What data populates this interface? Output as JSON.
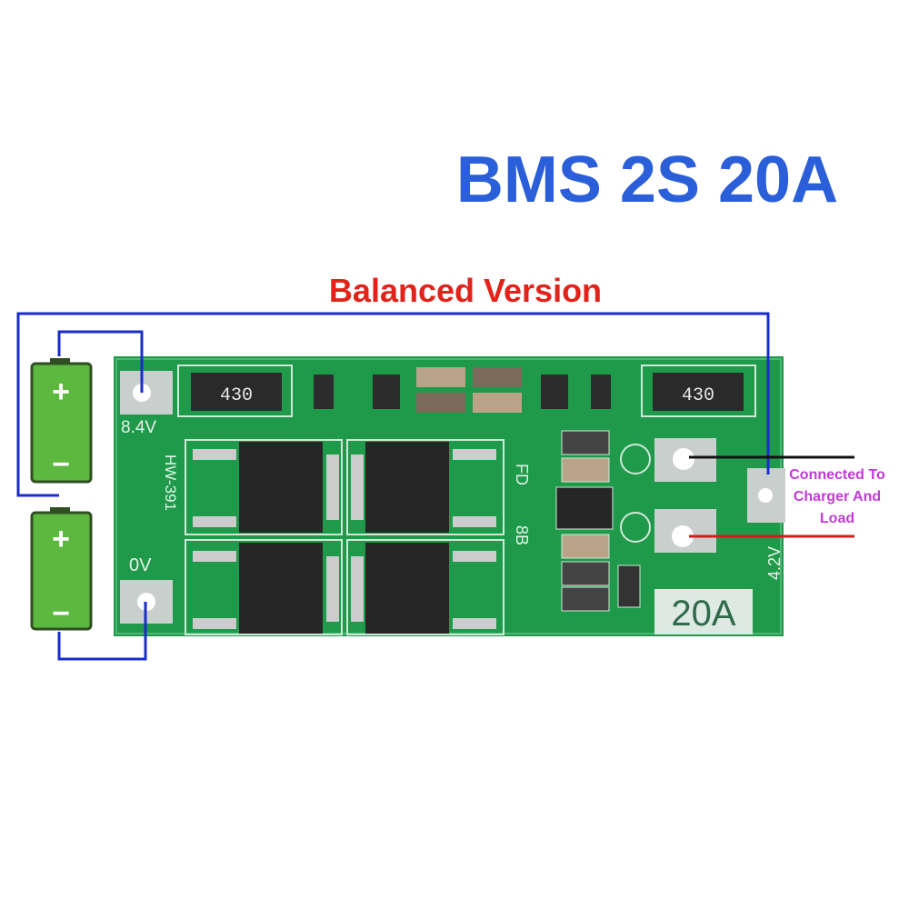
{
  "title": "BMS 2S 20A",
  "subtitle": "Balanced Version",
  "board": {
    "pad_top_label": "8.4V",
    "pad_bottom_label": "0V",
    "model": "HW-391",
    "resistor_left": "430",
    "resistor_right": "430",
    "marking_fd": "FD",
    "marking_8b": "8B",
    "pad_mid_label": "4.2V",
    "current_rating": "20A"
  },
  "annotation": {
    "line1": "Connected To",
    "line2": "Charger And",
    "line3": "Load"
  },
  "batteries": [
    {
      "plus": "+",
      "minus": "−"
    },
    {
      "plus": "+",
      "minus": "−"
    }
  ],
  "colors": {
    "title": "#2b5fd9",
    "subtitle": "#e2231a",
    "annotation": "#c23ad8",
    "pcb": "#1f9a4a",
    "wire": "#1a2ccc",
    "battery": "#5cb83f"
  }
}
